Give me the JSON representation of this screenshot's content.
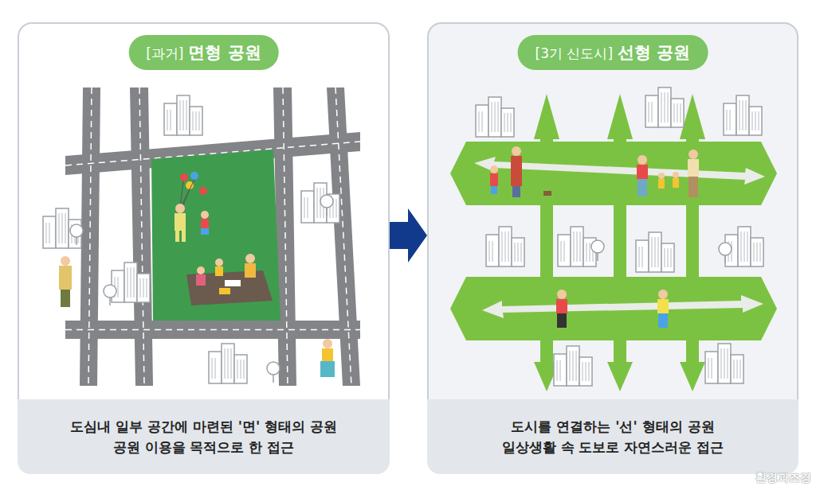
{
  "diagram": {
    "nodes": [
      {
        "text": [
          "[과거]",
          "면형 공원"
        ]
      },
      {
        "text": [
          "도심내 일부 공간에 마련된 '면' 형태의 공원",
          "공원 이용을 목적으로 한 접근"
        ],
        "in": 0
      },
      {
        "text": [
          "[3기 신도시]",
          "선형 공원"
        ]
      },
      {
        "text": [
          "도시를 연결하는 '선' 형태의 공원",
          "일상생활 속 도보로 자연스러운 접근"
        ],
        "in": 2
      }
    ],
    "edges": [
      {
        "from": 0,
        "to": 2,
        "arrow": "to"
      }
    ],
    "labels": [
      "환경과조경"
    ]
  }
}
